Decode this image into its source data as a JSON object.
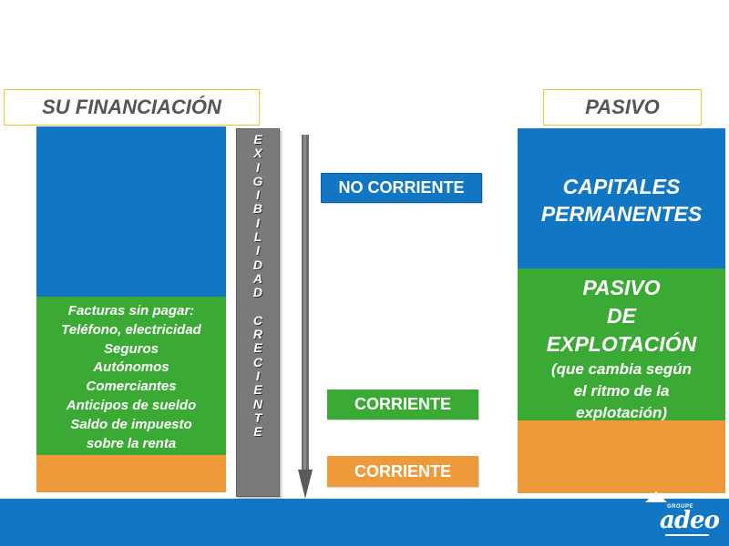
{
  "left": {
    "title": "SU FINANCIACIÓN",
    "items": [
      "Facturas sin pagar:",
      "Teléfono, electricidad",
      "Seguros",
      "Autónomos",
      "Comerciantes",
      "Anticipos de sueldo",
      "Saldo de impuesto",
      "sobre la renta"
    ]
  },
  "center": {
    "vertical_label": "E\nX\nI\nG\nI\nB\nI\nL\nI\nD\nA\nD\n\nC\nR\nE\nC\nI\nE\nN\nT\nE",
    "no_corriente": "NO CORRIENTE",
    "corriente_green": "CORRIENTE",
    "corriente_orange": "CORRIENTE"
  },
  "right": {
    "title": "PASIVO",
    "capitales_line1": "CAPITALES",
    "capitales_line2": "PERMANENTES",
    "pasivo_line1": "PASIVO",
    "pasivo_line2": "DE",
    "pasivo_line3": "EXPLOTACIÓN",
    "pasivo_sub1": "(que cambia según",
    "pasivo_sub2": "el ritmo de la",
    "pasivo_sub3": "explotación)"
  },
  "logo": {
    "small": "GROUPE",
    "main": "adeo"
  },
  "colors": {
    "blue": "#1177c4",
    "green": "#3aaa35",
    "orange": "#ee9a3a",
    "gray": "#7a7a7a",
    "title_border": "#f2c230"
  }
}
